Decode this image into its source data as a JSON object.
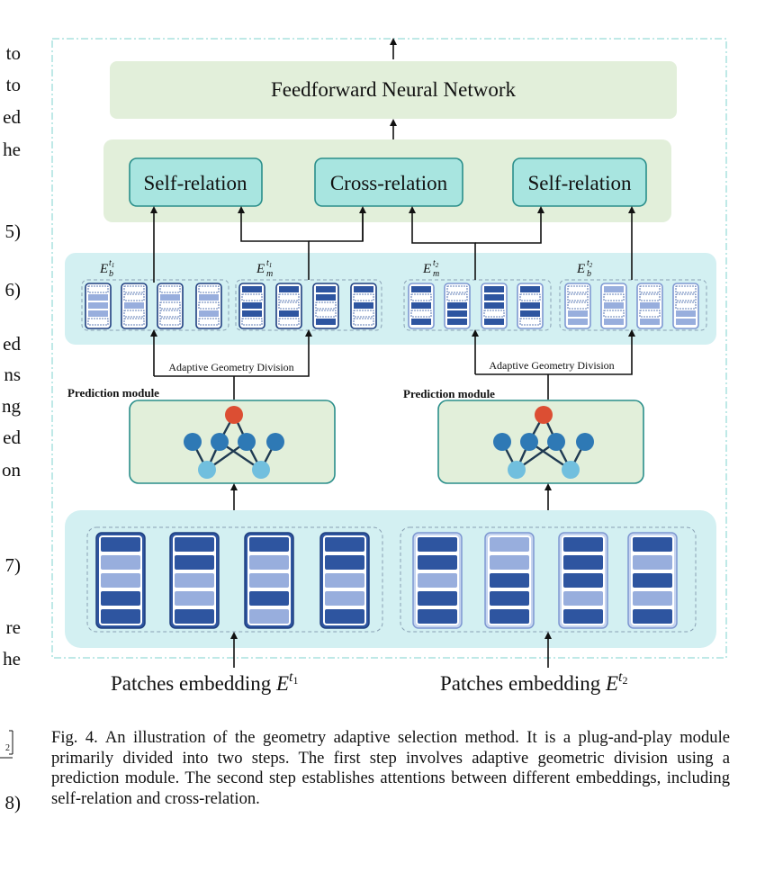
{
  "margin_text": [
    "to",
    "to",
    "ed",
    "he",
    "5)",
    "6)",
    "ed",
    "ns",
    "ng",
    "ed",
    "on",
    "7)",
    "re",
    "he",
    "8)"
  ],
  "diagram": {
    "ffn_label": "Feedforward Neural Network",
    "relation_blocks": [
      "Self-relation",
      "Cross-relation",
      "Self-relation"
    ],
    "embedding_labels": [
      {
        "base": "E",
        "sub": "b",
        "sup_base": "t",
        "sup_sub": "1"
      },
      {
        "base": "E",
        "sub": "m",
        "sup_base": "t",
        "sup_sub": "1"
      },
      {
        "base": "E",
        "sub": "m",
        "sup_base": "t",
        "sup_sub": "2"
      },
      {
        "base": "E",
        "sub": "b",
        "sup_base": "t",
        "sup_sub": "2"
      }
    ],
    "agd_label": "Adaptive Geometry Division",
    "prediction_label": "Prediction module",
    "patch_labels": [
      {
        "text": "Patches embedding ",
        "base": "E",
        "sup_base": "t",
        "sup_sub": "1"
      },
      {
        "text": "Patches embedding ",
        "base": "E",
        "sup_base": "t",
        "sup_sub": "2"
      }
    ],
    "colors": {
      "panel_green": "#e2efda",
      "panel_cyan": "#d3f0f2",
      "relation_fill": "#a8e5e0",
      "relation_border": "#2a8e8a",
      "dark_blue": "#2e55a0",
      "light_blue": "#98aedd",
      "node_red": "#dc4e33",
      "node_blue": "#2e79b5",
      "node_light": "#71bfde"
    }
  },
  "caption": {
    "prefix": "Fig. 4.",
    "text": "An illustration of the geometry adaptive selection method. It is a plug-and-play module primarily divided into two steps. The first step involves adaptive geometric division using a prediction module. The second step establishes attentions between different embeddings, including self-relation and cross-relation."
  }
}
